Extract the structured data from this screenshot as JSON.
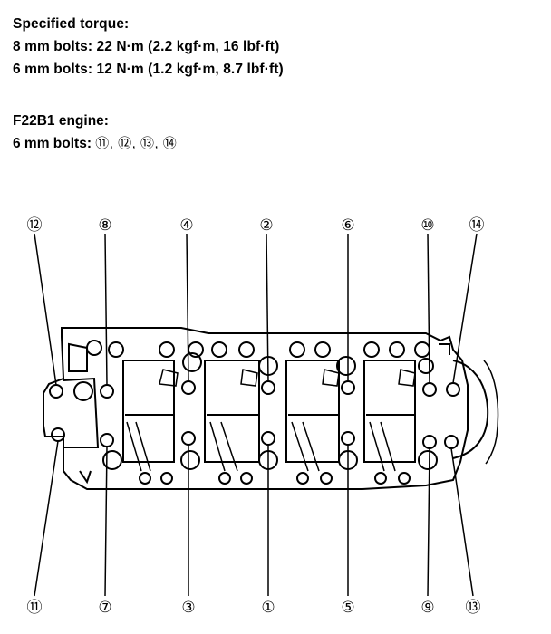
{
  "header": {
    "specified_torque_label": "Specified torque:",
    "bolts_8mm": "8 mm bolts: 22 N·m (2.2 kgf·m, 16 lbf·ft)",
    "bolts_6mm": "6 mm bolts: 12 N·m (1.2 kgf·m, 8.7 lbf·ft)"
  },
  "engine": {
    "label": "F22B1 engine:",
    "bolts_6mm_label": "6 mm bolts:",
    "bolts_6mm_list": "⑪, ⑫, ⑬, ⑭"
  },
  "diagram": {
    "top_callouts": [
      "⑫",
      "⑧",
      "④",
      "②",
      "⑥",
      "⑩",
      "⑭"
    ],
    "bottom_callouts": [
      "⑪",
      "⑦",
      "③",
      "①",
      "⑤",
      "⑨",
      "⑬"
    ]
  }
}
